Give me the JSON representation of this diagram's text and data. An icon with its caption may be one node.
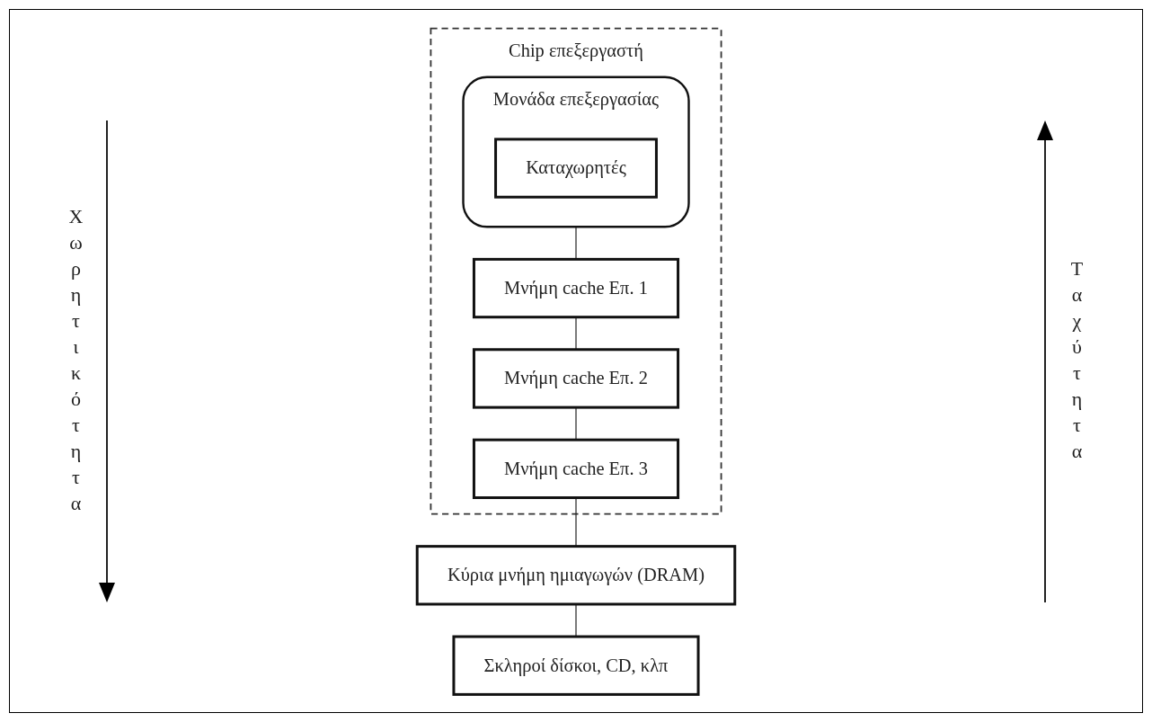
{
  "diagram": {
    "nodes": [
      {
        "text": [
          "Chip επεξεργαστή"
        ]
      },
      {
        "text": [
          "Μονάδα επεξεργασίας"
        ],
        "in": 0
      },
      {
        "text": [
          "Καταχωρητές"
        ],
        "in": 1
      },
      {
        "text": [
          "Μνήμη cache Επ. 1"
        ],
        "in": 0
      },
      {
        "text": [
          "Μνήμη cache Επ. 2"
        ],
        "in": 0
      },
      {
        "text": [
          "Μνήμη cache Επ. 3"
        ],
        "in": 0
      },
      {
        "text": [
          "Κύρια μνήμη ημιαγωγών (DRAM)"
        ]
      },
      {
        "text": [
          "Σκληροί δίσκοι, CD, κλπ"
        ]
      }
    ],
    "edges": [
      {
        "from": 1,
        "to": 3,
        "arrow": "none"
      },
      {
        "from": 3,
        "to": 4,
        "arrow": "none"
      },
      {
        "from": 4,
        "to": 5,
        "arrow": "none"
      },
      {
        "from": 5,
        "to": 6,
        "arrow": "none"
      },
      {
        "from": 6,
        "to": 7,
        "arrow": "none"
      }
    ],
    "labels": [
      "Χωρητικότητα",
      "Ταχύτητα"
    ]
  }
}
